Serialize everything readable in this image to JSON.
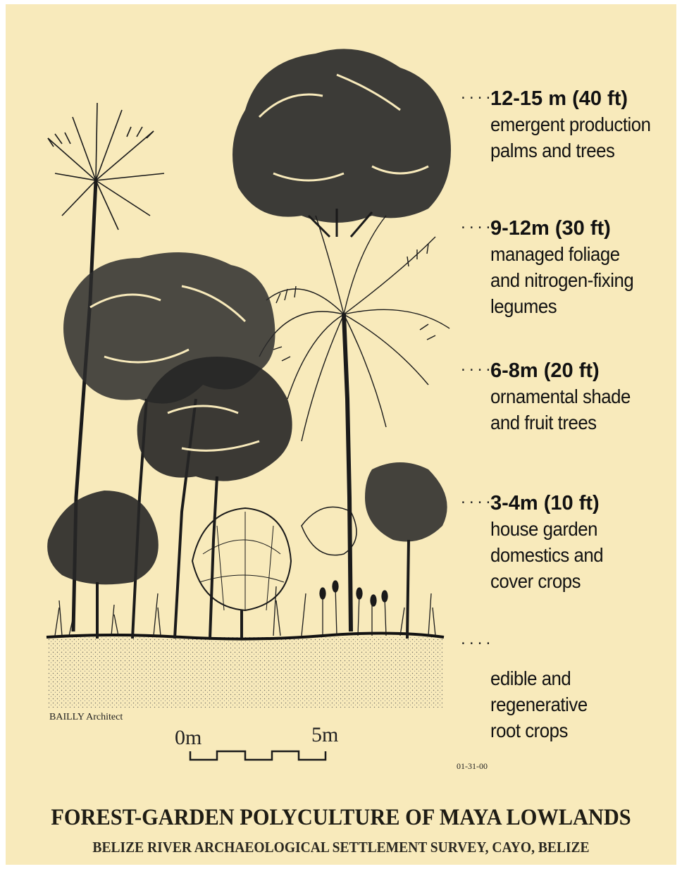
{
  "canopy_layers": [
    {
      "height": "12-15 m (40 ft)",
      "lines": [
        "emergent production",
        "palms and trees"
      ]
    },
    {
      "height": "9-12m (30 ft)",
      "lines": [
        "managed foliage",
        "and nitrogen-fixing",
        "legumes"
      ]
    },
    {
      "height": "6-8m (20 ft)",
      "lines": [
        "ornamental shade",
        "and fruit trees"
      ]
    },
    {
      "height": "3-4m (10 ft)",
      "lines": [
        "house garden",
        "domestics and",
        "cover crops"
      ]
    },
    {
      "height": "",
      "lines": [
        "edible and",
        "regenerative",
        "root crops"
      ]
    }
  ],
  "leader_dots": "....",
  "credit": "BAILLY Architect",
  "scale_bar": {
    "start_label": "0m",
    "end_label": "5m"
  },
  "date": "01-31-00",
  "title": "FOREST-GARDEN POLYCULTURE OF MAYA LOWLANDS",
  "subtitle": "BELIZE RIVER ARCHAEOLOGICAL SETTLEMENT SURVEY, CAYO, BELIZE",
  "colors": {
    "background": "#f8eabb",
    "ink": "#1a1a1a"
  }
}
